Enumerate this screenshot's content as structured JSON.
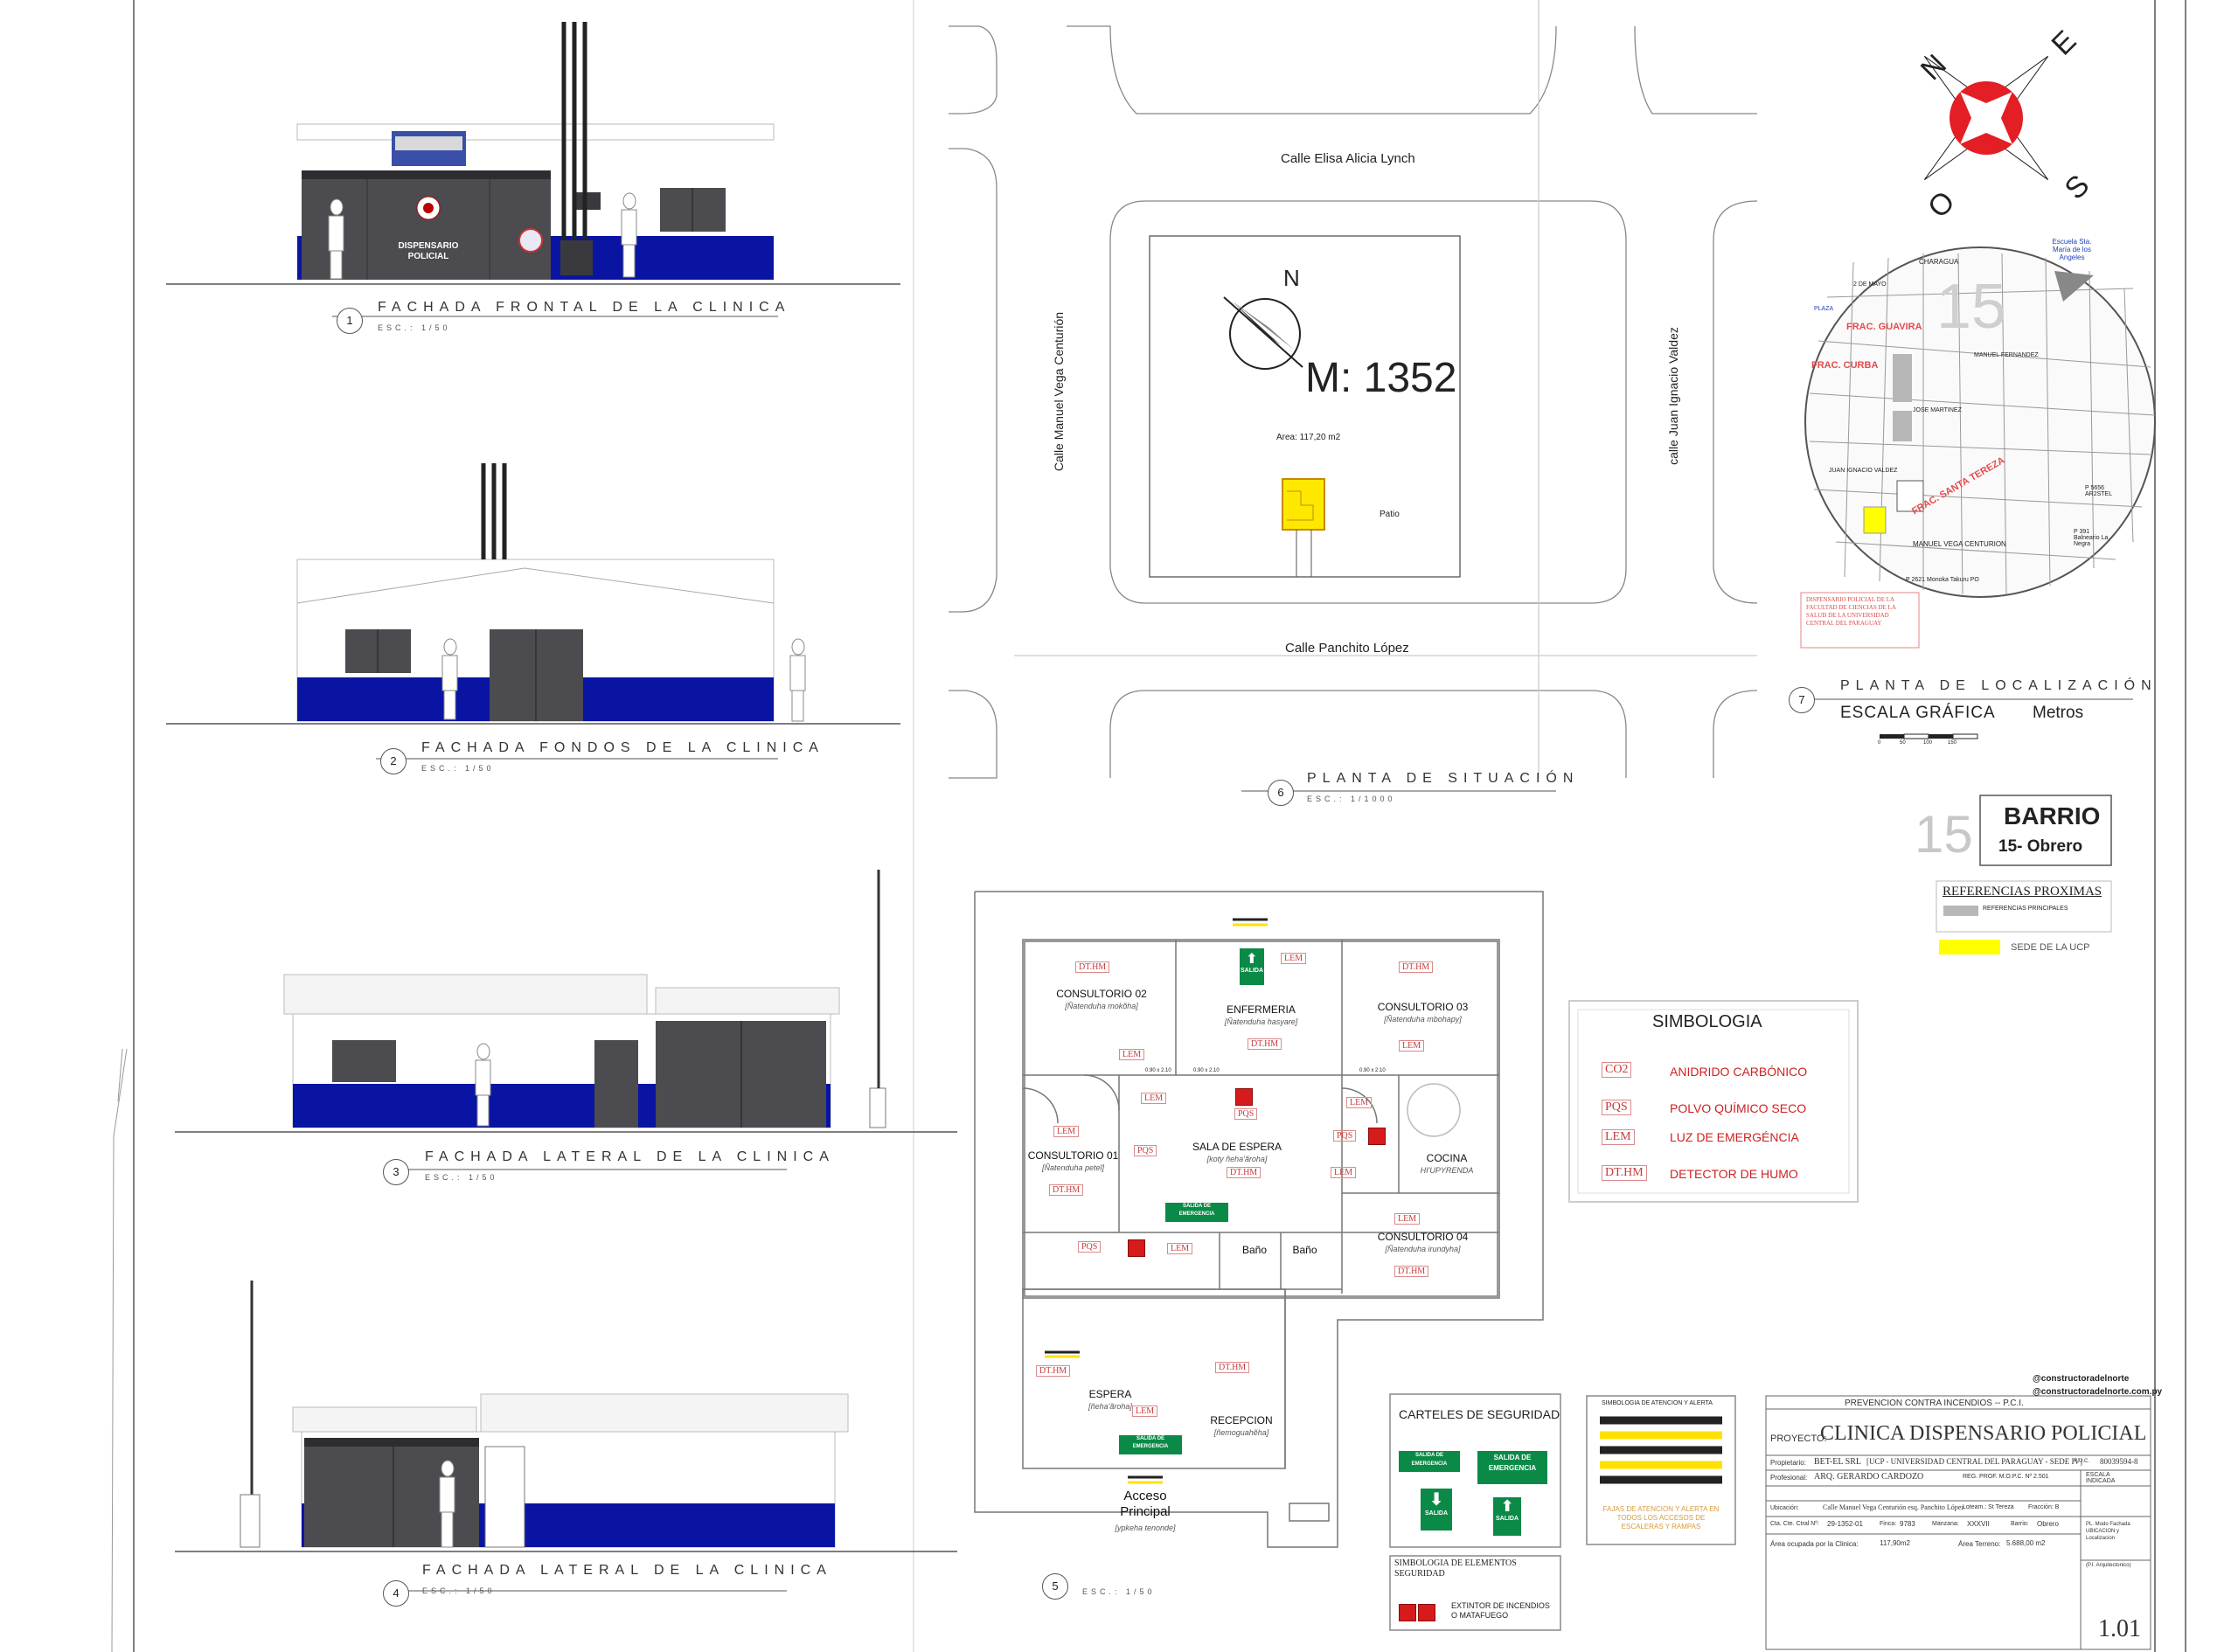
{
  "elevations": [
    {
      "num": "1",
      "caption": "FACHADA FRONTAL DE LA CLINICA",
      "scale": "ESC.: 1/50",
      "sign": "DISPENSARIO POLICIAL"
    },
    {
      "num": "2",
      "caption": "FACHADA FONDOS DE LA CLINICA",
      "scale": "ESC.: 1/50"
    },
    {
      "num": "3",
      "caption": "FACHADA LATERAL DE LA CLINICA",
      "scale": "ESC.: 1/50"
    },
    {
      "num": "4",
      "caption": "FACHADA LATERAL DE LA CLINICA",
      "scale": "ESC.: 1/50"
    }
  ],
  "situation": {
    "num": "6",
    "caption": "PLANTA DE SITUACIÓN",
    "scale": "ESC.: 1/1000",
    "street_top": "Calle Elisa Alicia Lynch",
    "street_bottom": "Calle Panchito López",
    "street_left": "Calle Manuel Vega Centurión",
    "street_right": "calle Juan Ignacio Valdez",
    "north": "N",
    "lot": "M: 1352",
    "area": "Area: 117,20 m2",
    "patio": "Patio"
  },
  "compass": {
    "n": "N",
    "e": "E",
    "s": "S",
    "o": "O"
  },
  "location": {
    "num": "7",
    "caption": "PLANTA DE LOCALIZACIÓN",
    "scale_label": "ESCALA GRÁFICA",
    "unit": "Metros",
    "big_number": "15",
    "school": "Escuela Sta. María de los Angeles",
    "streets": [
      "CHARAGUA",
      "2 DE MAYO",
      "MANUEL FERNANDEZ",
      "JOSE MARTINEZ",
      "JUAN IGNACIO VALDEZ",
      "MANUEL VEGA CENTURION",
      "PLAZA"
    ],
    "districts": [
      "FRAC. GUAVIRA",
      "FRAC. CURBA",
      "FRAC. SANTA TEREZA"
    ],
    "notes": [
      "P 5656 AR2STEL",
      "P 391 Balneario La Negra",
      "P 2621 Monoka Takuru PO"
    ],
    "stamp": "DISPENSARIO POLICIAL DE LA FACULTAD DE CIENCIAS DE LA SALUD DE LA UNIVERSIDAD CENTRAL DEL PARAGUAY",
    "scale_ticks": [
      "0",
      "50",
      "100",
      "150"
    ]
  },
  "barrio": {
    "number": "15",
    "title": "BARRIO",
    "subtitle": "15- Obrero"
  },
  "references": {
    "title": "REFERENCIAS PROXIMAS",
    "items": [
      "REFERENCIAS PRINCIPALES",
      "SEDE DE LA UCP"
    ],
    "colors": [
      "#b7b7b7",
      "#ffff00"
    ]
  },
  "symbology": {
    "title": "SIMBOLOGIA",
    "items": [
      {
        "code": "CO2",
        "label": "ANIDRIDO CARBÓNICO"
      },
      {
        "code": "PQS",
        "label": "POLVO QUÍMICO SECO"
      },
      {
        "code": "LEM",
        "label": "LUZ DE EMERGÉNCIA"
      },
      {
        "code": "DT.HM",
        "label": "DETECTOR DE HUMO"
      }
    ]
  },
  "floorplan": {
    "num": "5",
    "scale": "ESC.: 1/50",
    "rooms": [
      {
        "name": "CONSULTORIO 02",
        "sub": "[Ñatenduha mokõha]"
      },
      {
        "name": "ENFERMERIA",
        "sub": "[Ñatenduha hasyare]"
      },
      {
        "name": "CONSULTORIO 03",
        "sub": "[Ñatenduha mbohapy]"
      },
      {
        "name": "CONSULTORIO 01",
        "sub": "[Ñatenduha peteĩ]"
      },
      {
        "name": "SALA DE ESPERA",
        "sub": "[koty ñeha'ãroha]"
      },
      {
        "name": "COCINA",
        "sub": "HI'UPYRENDA"
      },
      {
        "name": "CONSULTORIO 04",
        "sub": "[Ñatenduha irundyha]"
      },
      {
        "name": "Baño",
        "sub": ""
      },
      {
        "name": "Baño",
        "sub": ""
      },
      {
        "name": "ESPERA",
        "sub": "[ñeha'ãroha]"
      },
      {
        "name": "RECEPCION",
        "sub": "[ñemoguahẽha]"
      }
    ],
    "entry": "Acceso Principal",
    "entry_sub": "[ypkeha tenonde]",
    "exit_top": "SALIDA",
    "exit_sign": "SALIDA DE EMERGENCIA",
    "labels": [
      "DT.HM",
      "LEM",
      "PQS",
      "0.90 x 2.10"
    ]
  },
  "safety": {
    "title": "CARTELES DE SEGURIDAD",
    "signs": [
      "SALIDA DE EMERGENCIA",
      "SALIDA DE EMERGENCIA",
      "SALIDA",
      "SALIDA"
    ],
    "attention_title": "SIMBOLOGIA DE ATENCION Y ALERTA",
    "attention_text": "FAJAS DE ATENCION Y ALERTA EN TODOS LOS ACCESOS DE ESCALERAS Y RAMPAS",
    "elements_title": "SIMBOLOGIA DE ELEMENTOS SEGURIDAD",
    "extinguisher": "EXTINTOR DE INCENDIOS O MATAFUEGO"
  },
  "social": [
    "@constructoradelnorte",
    "@constructoradelnorte.com.py"
  ],
  "title_block": {
    "header": "PREVENCION CONTRA INCENDIOS -- P.C.I.",
    "project_label": "PROYECTO:",
    "project": "CLINICA DISPENSARIO POLICIAL",
    "owner_label": "Propietario:",
    "owner": "BET-EL SRL",
    "owner_detail": "[UCP - UNIVERSIDAD CENTRAL DEL PARAGUAY - SEDE IV]",
    "ruc_label": "R.U.C.",
    "ruc": "80039594-8",
    "prof_label": "Profesional:",
    "prof": "ARQ. GERARDO CARDOZO",
    "reg": "REG. PROF. M.O.P.C. Nº 2.501",
    "scale_label": "ESCALA INDICADA",
    "location_label": "Ubicación:",
    "location": "Calle Manuel Vega Centurión esq. Panchito López",
    "loteam": "Loteam.: St Tereza",
    "fraccion": "Fracción: B",
    "cta_label": "Cta. Cte. Ctral Nº:",
    "cta": "29-1352-01",
    "finca_label": "Finca:",
    "finca": "9783",
    "manzana_label": "Manzana:",
    "manzana": "XXXVII",
    "barrio_label": "Barrio:",
    "barrio": "Obrero",
    "area_label": "Área ocupada por la Clinica:",
    "area": "117,90m2",
    "lot_label": "Área Terreno:",
    "lot": "5.688,00 m2",
    "side_note": "PL. Modo Fachada UBICACION y Localizacion",
    "side_code": "(P.I. Arquitectonico)",
    "sheet": "1.01"
  }
}
